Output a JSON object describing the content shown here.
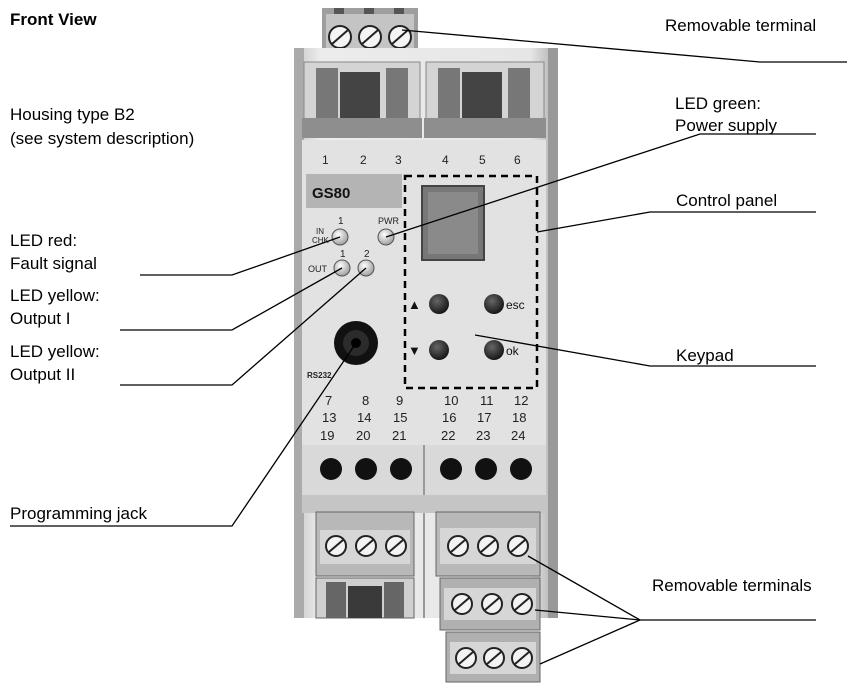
{
  "title": "Front View",
  "housing": {
    "line1": "Housing type B2",
    "line2": "(see system description)"
  },
  "callouts": {
    "removable_terminal": "Removable terminal",
    "led_green_1": "LED green:",
    "led_green_2": "Power supply",
    "control_panel": "Control panel",
    "keypad": "Keypad",
    "led_red_1": "LED red:",
    "led_red_2": "Fault signal",
    "led_yellow1_1": "LED yellow:",
    "led_yellow1_2": "Output I",
    "led_yellow2_1": "LED yellow:",
    "led_yellow2_2": "Output II",
    "programming_jack": "Programming jack",
    "removable_terminals": "Removable terminals"
  },
  "device": {
    "model": "GS80",
    "pwr": "PWR",
    "in_chk_1": "IN",
    "in_chk_2": "CHK",
    "out": "OUT",
    "led1_num": "1",
    "led1b_num": "1",
    "led2_num": "2",
    "rs232": "RS232",
    "esc": "esc",
    "ok": "ok",
    "up_arrow": "▲",
    "down_arrow": "▼",
    "top_terminals": [
      "1",
      "2",
      "3",
      "4",
      "5",
      "6"
    ],
    "terminal_rows": [
      [
        "7",
        "8",
        "9",
        "10",
        "11",
        "12"
      ],
      [
        "13",
        "14",
        "15",
        "16",
        "17",
        "18"
      ],
      [
        "19",
        "20",
        "21",
        "22",
        "23",
        "24"
      ]
    ]
  }
}
